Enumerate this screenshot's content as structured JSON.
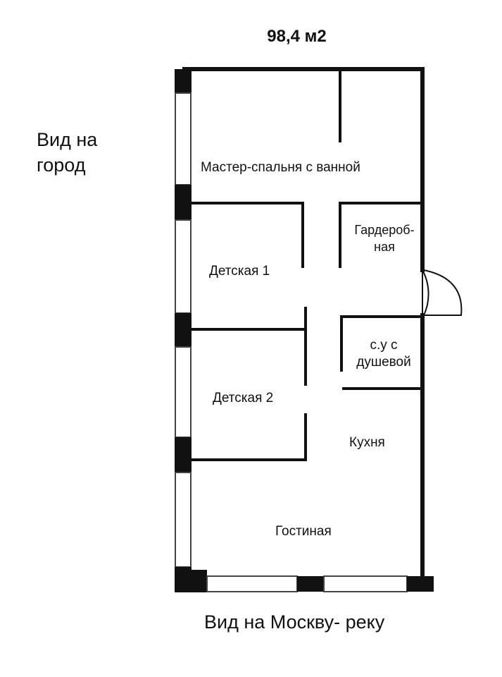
{
  "area": "98,4 м2",
  "views": {
    "city": "Вид на город",
    "city_line1": "Вид на",
    "city_line2": "город",
    "river": "Вид на Москву- реку"
  },
  "rooms": {
    "master": "Мастер-спальня с ванной",
    "wardrobe_line1": "Гардероб-",
    "wardrobe_line2": "ная",
    "kids1": "Детская 1",
    "kids2": "Детская 2",
    "bath_line1": "с.у с",
    "bath_line2": "душевой",
    "kitchen": "Кухня",
    "living": "Гостиная"
  },
  "colors": {
    "wall": "#111111",
    "window_fill": "#ffffff",
    "window_border": "#444444"
  }
}
